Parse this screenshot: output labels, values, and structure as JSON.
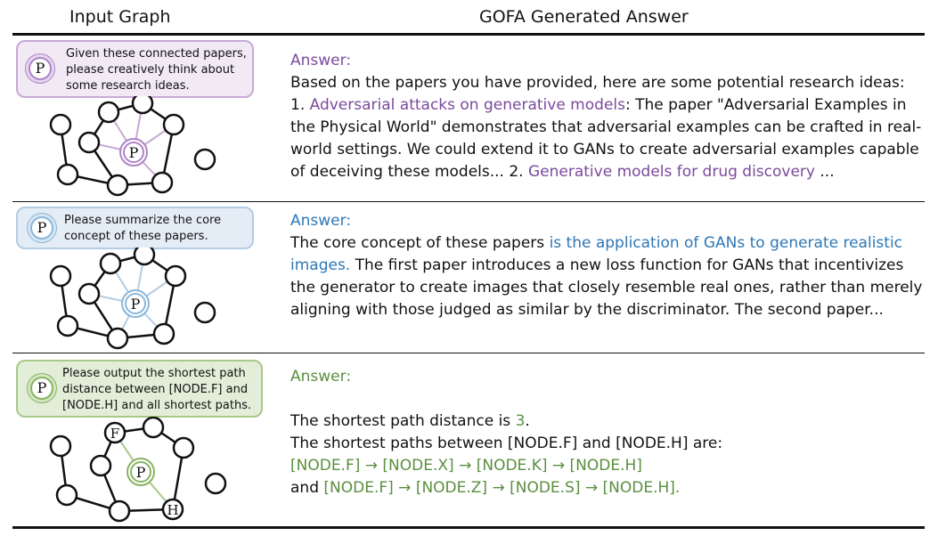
{
  "headers": {
    "left": "Input Graph",
    "right": "GOFA Generated Answer"
  },
  "colors": {
    "purple": "#7b4a9c",
    "blue": "#2e77b5",
    "green": "#5a8f3e",
    "text": "#111111"
  },
  "rows": [
    {
      "prompt": "Given these connected papers, please creatively think about some research ideas.",
      "center_node": "P",
      "answer_label": "Answer:",
      "intro": "Based on the papers you have provided, here are some potential research ideas:",
      "idea1_num": "1. ",
      "idea1_title": "Adversarial attacks on generative models",
      "idea1_body": ": The paper \"Adversarial Examples in the Physical World\" demonstrates that adversarial examples can be crafted in real-world settings. We could extend it to GANs to create adversarial examples capable of deceiving these models...  2. ",
      "idea2_title": "Generative models for drug discovery",
      "ellipsis": " ..."
    },
    {
      "prompt": "Please summarize the core concept of these papers.",
      "center_node": "P",
      "answer_label": "Answer:",
      "pre": "The core concept of these papers ",
      "highlight": "is the application of GANs to generate realistic images.",
      "post": " The first paper introduces a new loss function for GANs that incentivizes the generator to create images that closely resemble real ones, rather than merely aligning with those judged as similar by the discriminator. The second paper..."
    },
    {
      "prompt": "Please output the shortest path distance between [NODE.F] and [NODE.H] and all shortest paths.",
      "center_node": "P",
      "node_f": "F",
      "node_h": "H",
      "answer_label": "Answer:",
      "dist_pre": "The shortest path distance is ",
      "dist_value": "3",
      "dist_post": ".",
      "paths_intro": "The shortest paths between [NODE.F] and [NODE.H] are:",
      "path1": "[NODE.F] → [NODE.X] → [NODE.K] → [NODE.H]",
      "and": "and ",
      "path2": "[NODE.F] → [NODE.Z] → [NODE.S] → [NODE.H]."
    }
  ]
}
